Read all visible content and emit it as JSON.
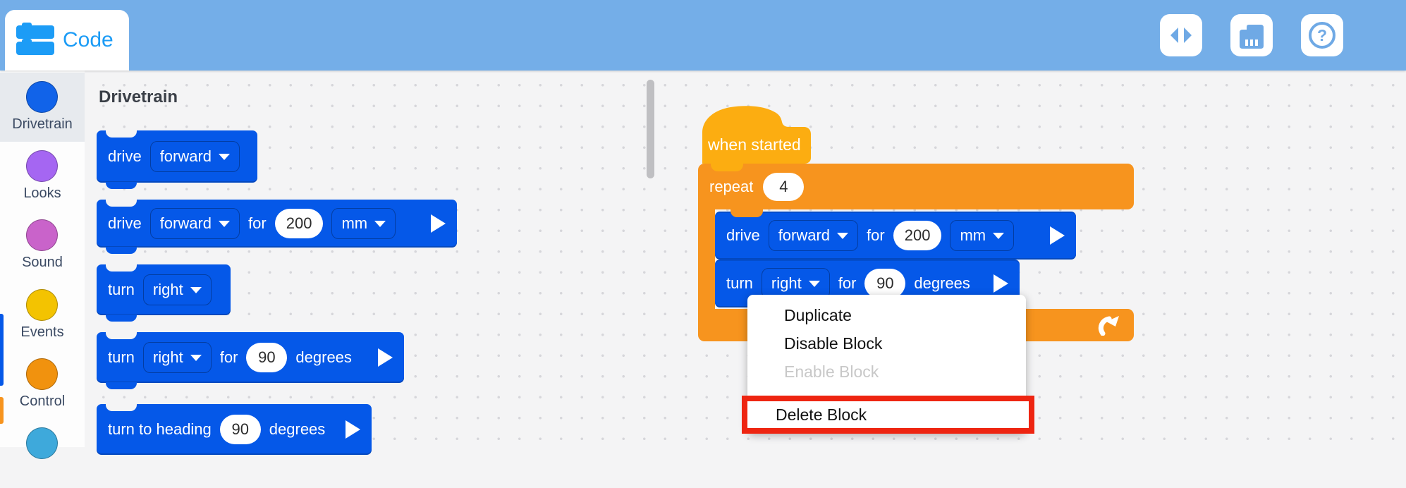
{
  "header": {
    "tab_label": "Code",
    "actions": [
      {
        "name": "code-view-toggle",
        "icon": "angle-brackets-icon"
      },
      {
        "name": "device-manager",
        "icon": "brain-device-icon"
      },
      {
        "name": "help",
        "icon": "question-mark-icon",
        "glyph": "?"
      }
    ]
  },
  "sidebar": {
    "categories": [
      {
        "label": "Drivetrain",
        "color": "#1163E9",
        "selected": true
      },
      {
        "label": "Looks",
        "color": "#A566F2",
        "selected": false
      },
      {
        "label": "Sound",
        "color": "#C963CA",
        "selected": false
      },
      {
        "label": "Events",
        "color": "#F3C301",
        "selected": false
      },
      {
        "label": "Control",
        "color": "#F1920E",
        "selected": false
      },
      {
        "label": "",
        "color": "#3EA9DB",
        "selected": false
      }
    ]
  },
  "palette": {
    "heading": "Drivetrain",
    "block1": {
      "label": "drive",
      "dropdown": "forward"
    },
    "block2": {
      "label": "drive",
      "dropdown1": "forward",
      "for_label": "for",
      "value": "200",
      "dropdown2": "mm"
    },
    "block3": {
      "label": "turn",
      "dropdown": "right"
    },
    "block4": {
      "label": "turn",
      "dropdown": "right",
      "for_label": "for",
      "value": "90",
      "unit_label": "degrees"
    },
    "block5": {
      "label": "turn to heading",
      "value": "90",
      "unit_label": "degrees"
    }
  },
  "workspace": {
    "hat_label": "when started",
    "repeat": {
      "label": "repeat",
      "count": "4"
    },
    "drive_block": {
      "label": "drive",
      "dropdown1": "forward",
      "for_label": "for",
      "value": "200",
      "dropdown2": "mm"
    },
    "turn_block": {
      "label": "turn",
      "dropdown": "right",
      "for_label": "for",
      "value": "90",
      "unit_label": "degrees"
    }
  },
  "context_menu": {
    "items": [
      {
        "label": "Duplicate",
        "enabled": true,
        "highlighted": false
      },
      {
        "label": "Disable Block",
        "enabled": true,
        "highlighted": false
      },
      {
        "label": "Enable Block",
        "enabled": false,
        "highlighted": false
      },
      {
        "label": "Delete Block",
        "enabled": true,
        "highlighted": true
      }
    ]
  },
  "colors": {
    "header_blue": "#74AEE8",
    "accent_blue": "#1C9CF6",
    "block_blue": "#0558E8",
    "hat_yellow": "#FCAD11",
    "control_orange": "#F7941E",
    "selected_category_bg": "#E7EAEE",
    "highlight_red": "#EE2511"
  }
}
